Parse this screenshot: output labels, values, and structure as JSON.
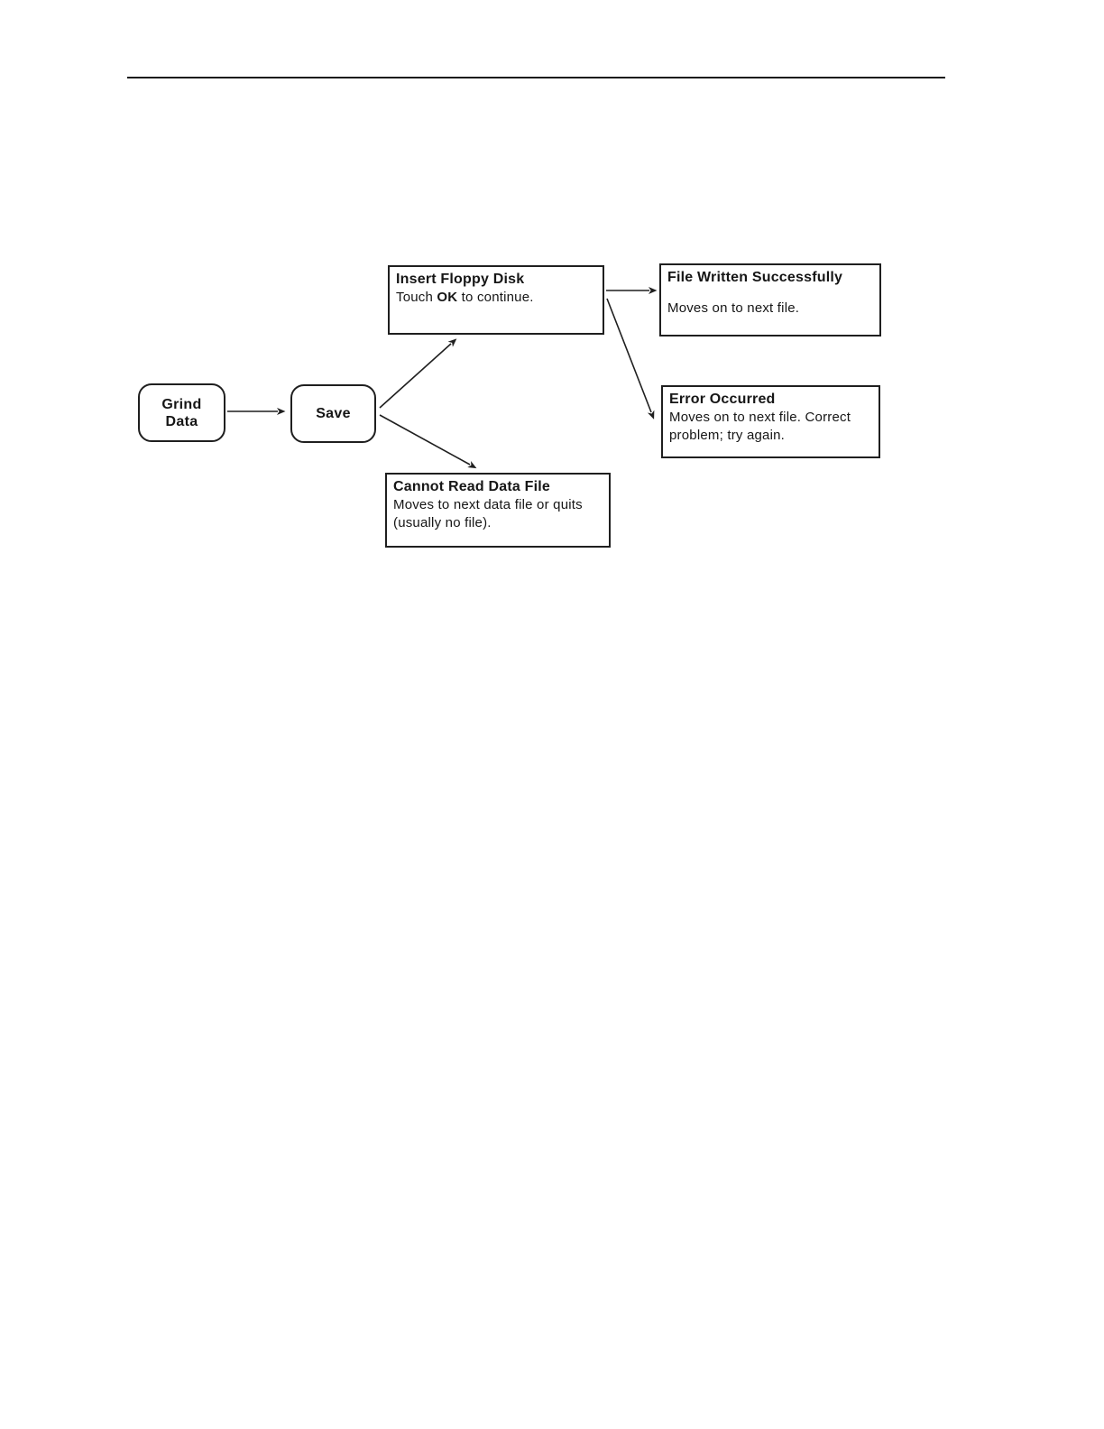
{
  "page": {
    "background_color": "#ffffff",
    "rule_color": "#1a1a1a",
    "ink_color": "#1f1f1f"
  },
  "diagram": {
    "nodes": {
      "grind_data": {
        "label": "Grind\nData"
      },
      "save": {
        "label": "Save"
      },
      "insert_floppy_disk": {
        "title": "Insert Floppy Disk",
        "body_prefix": "Touch ",
        "body_bold": "OK",
        "body_suffix": " to continue."
      },
      "file_written": {
        "title": "File Written Successfully",
        "body": "Moves on to next file."
      },
      "error_occurred": {
        "title": "Error Occurred",
        "body": "Moves on to next file.  Correct problem; try again."
      },
      "cannot_read": {
        "title": "Cannot Read Data File",
        "body": "Moves to next data file or quits (usually no file)."
      }
    },
    "edges": [
      {
        "from": "grind_data",
        "to": "save"
      },
      {
        "from": "save",
        "to": "insert_floppy_disk"
      },
      {
        "from": "save",
        "to": "cannot_read"
      },
      {
        "from": "insert_floppy_disk",
        "to": "file_written"
      },
      {
        "from": "insert_floppy_disk",
        "to": "error_occurred"
      }
    ]
  }
}
